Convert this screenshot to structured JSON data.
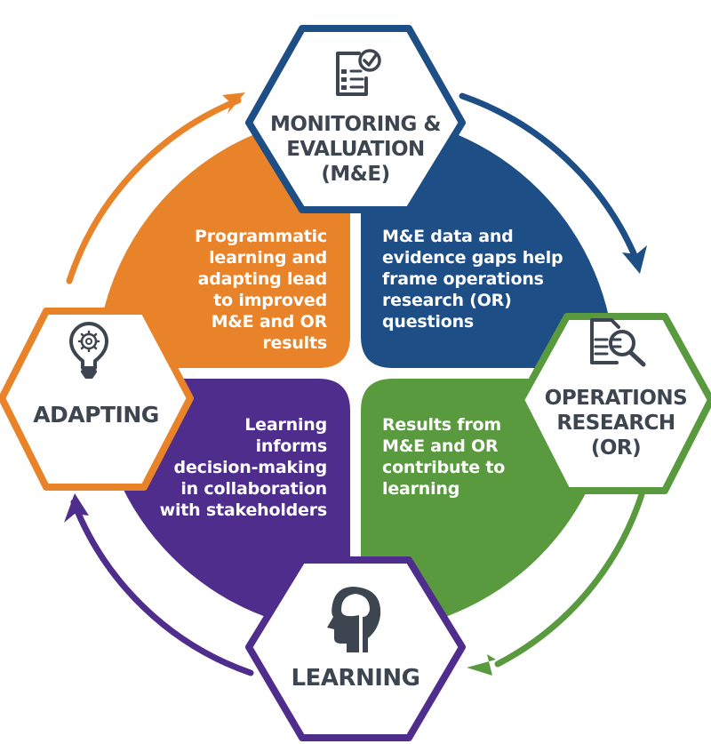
{
  "diagram": {
    "type": "cycle",
    "colors": {
      "monitoring_evaluation": "#1d4e86",
      "operations_research": "#5a9a3f",
      "learning": "#4f2d8c",
      "adapting": "#e8832a",
      "label_text": "#3d4650",
      "icon": "#3d4650"
    },
    "nodes": [
      {
        "id": "me",
        "label": "MONITORING &\nEVALUATION\n(M&E)",
        "icon": "checklist-icon",
        "color": "#1d4e86"
      },
      {
        "id": "or",
        "label": "OPERATIONS\nRESEARCH\n(OR)",
        "icon": "document-search-icon",
        "color": "#5a9a3f"
      },
      {
        "id": "learning",
        "label": "LEARNING",
        "icon": "head-brain-icon",
        "color": "#4f2d8c"
      },
      {
        "id": "adapting",
        "label": "ADAPTING",
        "icon": "lightbulb-gear-icon",
        "color": "#e8832a"
      }
    ],
    "quadrants": [
      {
        "id": "top-left",
        "color": "#e8832a",
        "text": "Programmatic\nlearning and\nadapting lead\nto improved\nM&E and OR\nresults"
      },
      {
        "id": "top-right",
        "color": "#1d4e86",
        "text": "M&E data and\nevidence gaps help\nframe operations\nresearch (OR)\nquestions"
      },
      {
        "id": "bottom-right",
        "color": "#5a9a3f",
        "text": "Results from\nM&E and OR\ncontribute to\nlearning"
      },
      {
        "id": "bottom-left",
        "color": "#4f2d8c",
        "text": "Learning\ninforms\ndecision-making\nin collaboration\nwith stakeholders"
      }
    ],
    "arrows": [
      {
        "from": "adapting",
        "to": "me",
        "color": "#e8832a",
        "direction": "clockwise"
      },
      {
        "from": "me",
        "to": "or",
        "color": "#1d4e86",
        "direction": "clockwise"
      },
      {
        "from": "or",
        "to": "learning",
        "color": "#5a9a3f",
        "direction": "clockwise"
      },
      {
        "from": "learning",
        "to": "adapting",
        "color": "#4f2d8c",
        "direction": "clockwise"
      }
    ]
  }
}
